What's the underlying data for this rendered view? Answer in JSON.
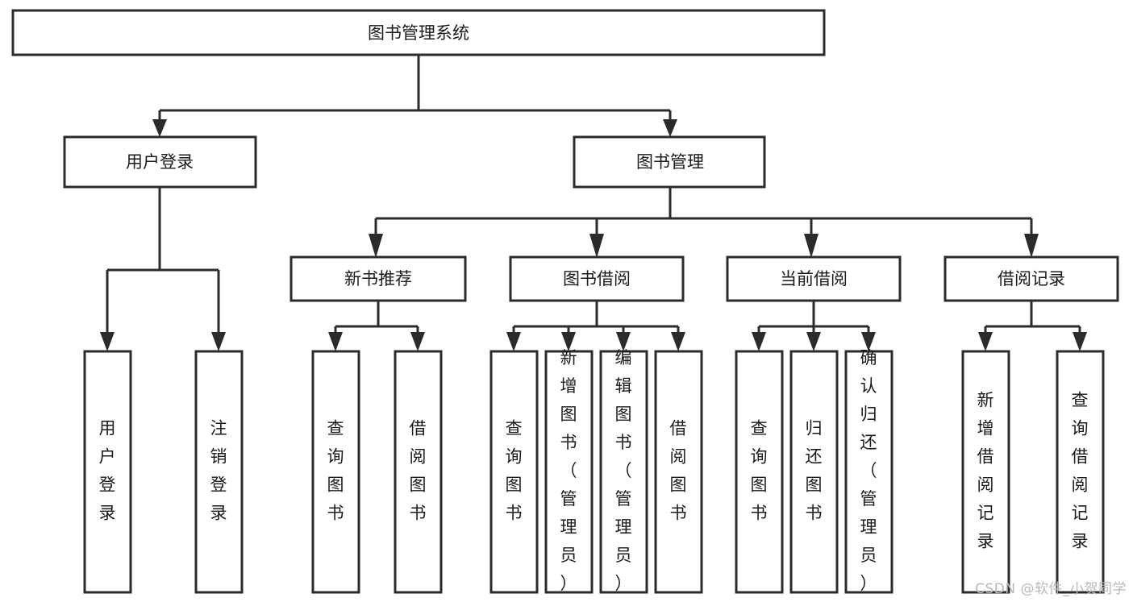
{
  "diagram": {
    "title": "图书管理系统",
    "watermark": "CSDN @软件_小贺同学",
    "colors": {
      "box_stroke": "#2b2b2b",
      "box_fill": "#ffffff",
      "connector": "#2b2b2b",
      "text": "#1a1a1a",
      "watermark": "#b9b9b9",
      "background": "#ffffff"
    },
    "root": {
      "label": "图书管理系统"
    },
    "level1": [
      {
        "label": "用户登录"
      },
      {
        "label": "图书管理"
      }
    ],
    "level2": [
      {
        "label": "新书推荐"
      },
      {
        "label": "图书借阅"
      },
      {
        "label": "当前借阅"
      },
      {
        "label": "借阅记录"
      }
    ],
    "leaves": {
      "user_login": [
        {
          "label": "用户登录"
        },
        {
          "label": "注销登录"
        }
      ],
      "new_book": [
        {
          "label": "查询图书"
        },
        {
          "label": "借阅图书"
        }
      ],
      "book_borrow": [
        {
          "label": "查询图书"
        },
        {
          "label": "新增图书（管理员）"
        },
        {
          "label": "编辑图书（管理员）"
        },
        {
          "label": "借阅图书"
        }
      ],
      "current_borrow": [
        {
          "label": "查询图书"
        },
        {
          "label": "归还图书"
        },
        {
          "label": "确认归还（管理员）"
        }
      ],
      "borrow_record": [
        {
          "label": "新增借阅记录"
        },
        {
          "label": "查询借阅记录"
        }
      ]
    }
  }
}
